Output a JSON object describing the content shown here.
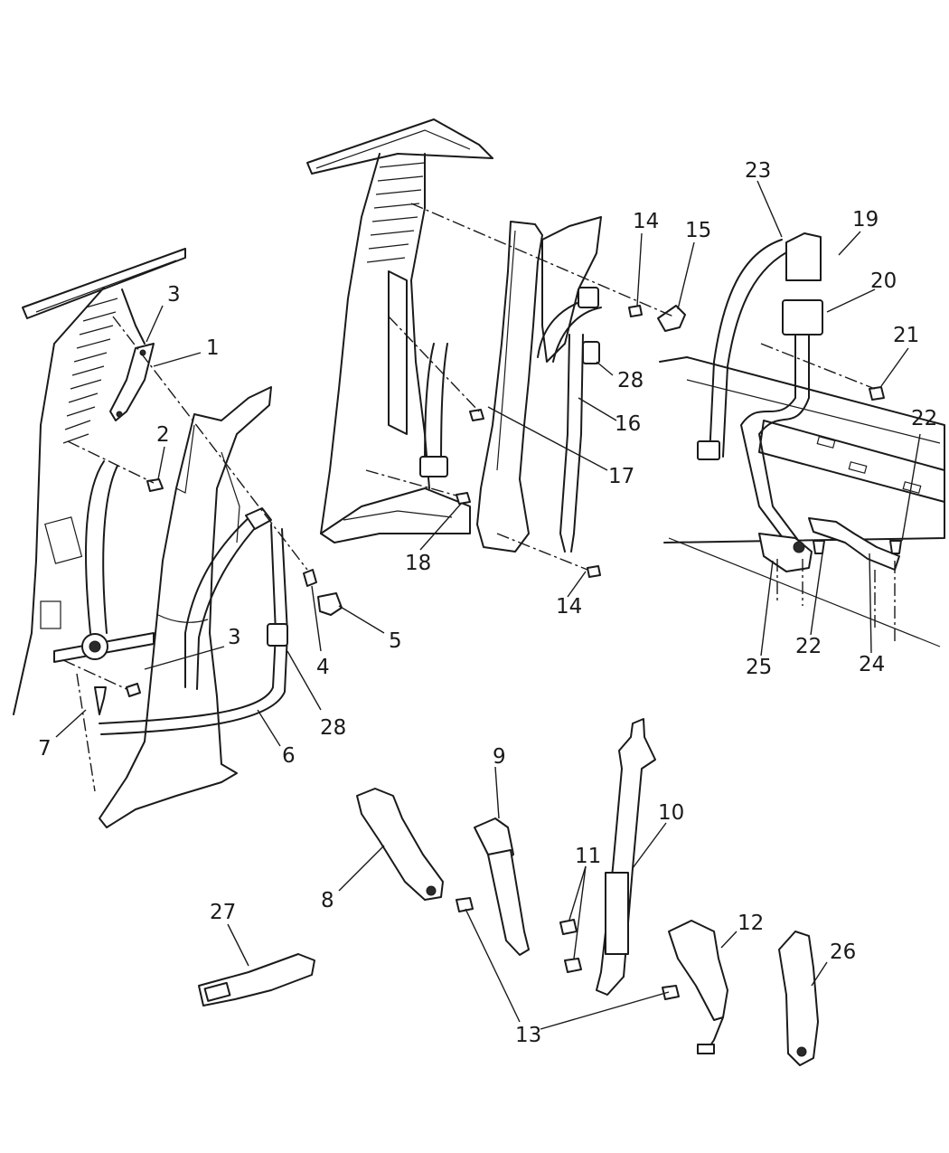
{
  "callouts": [
    {
      "id": "c1",
      "text": "1"
    },
    {
      "id": "c2",
      "text": "2"
    },
    {
      "id": "c3a",
      "text": "3"
    },
    {
      "id": "c3b",
      "text": "3"
    },
    {
      "id": "c4",
      "text": "4"
    },
    {
      "id": "c5",
      "text": "5"
    },
    {
      "id": "c6",
      "text": "6"
    },
    {
      "id": "c7",
      "text": "7"
    },
    {
      "id": "c8",
      "text": "8"
    },
    {
      "id": "c9",
      "text": "9"
    },
    {
      "id": "c10",
      "text": "10"
    },
    {
      "id": "c11",
      "text": "11"
    },
    {
      "id": "c12",
      "text": "12"
    },
    {
      "id": "c13",
      "text": "13"
    },
    {
      "id": "c14a",
      "text": "14"
    },
    {
      "id": "c14b",
      "text": "14"
    },
    {
      "id": "c15",
      "text": "15"
    },
    {
      "id": "c16",
      "text": "16"
    },
    {
      "id": "c17",
      "text": "17"
    },
    {
      "id": "c18",
      "text": "18"
    },
    {
      "id": "c19",
      "text": "19"
    },
    {
      "id": "c20",
      "text": "20"
    },
    {
      "id": "c21",
      "text": "21"
    },
    {
      "id": "c22a",
      "text": "22"
    },
    {
      "id": "c22b",
      "text": "22"
    },
    {
      "id": "c23",
      "text": "23"
    },
    {
      "id": "c24",
      "text": "24"
    },
    {
      "id": "c25",
      "text": "25"
    },
    {
      "id": "c26",
      "text": "26"
    },
    {
      "id": "c27",
      "text": "27"
    },
    {
      "id": "c28a",
      "text": "28"
    },
    {
      "id": "c28b",
      "text": "28"
    }
  ]
}
